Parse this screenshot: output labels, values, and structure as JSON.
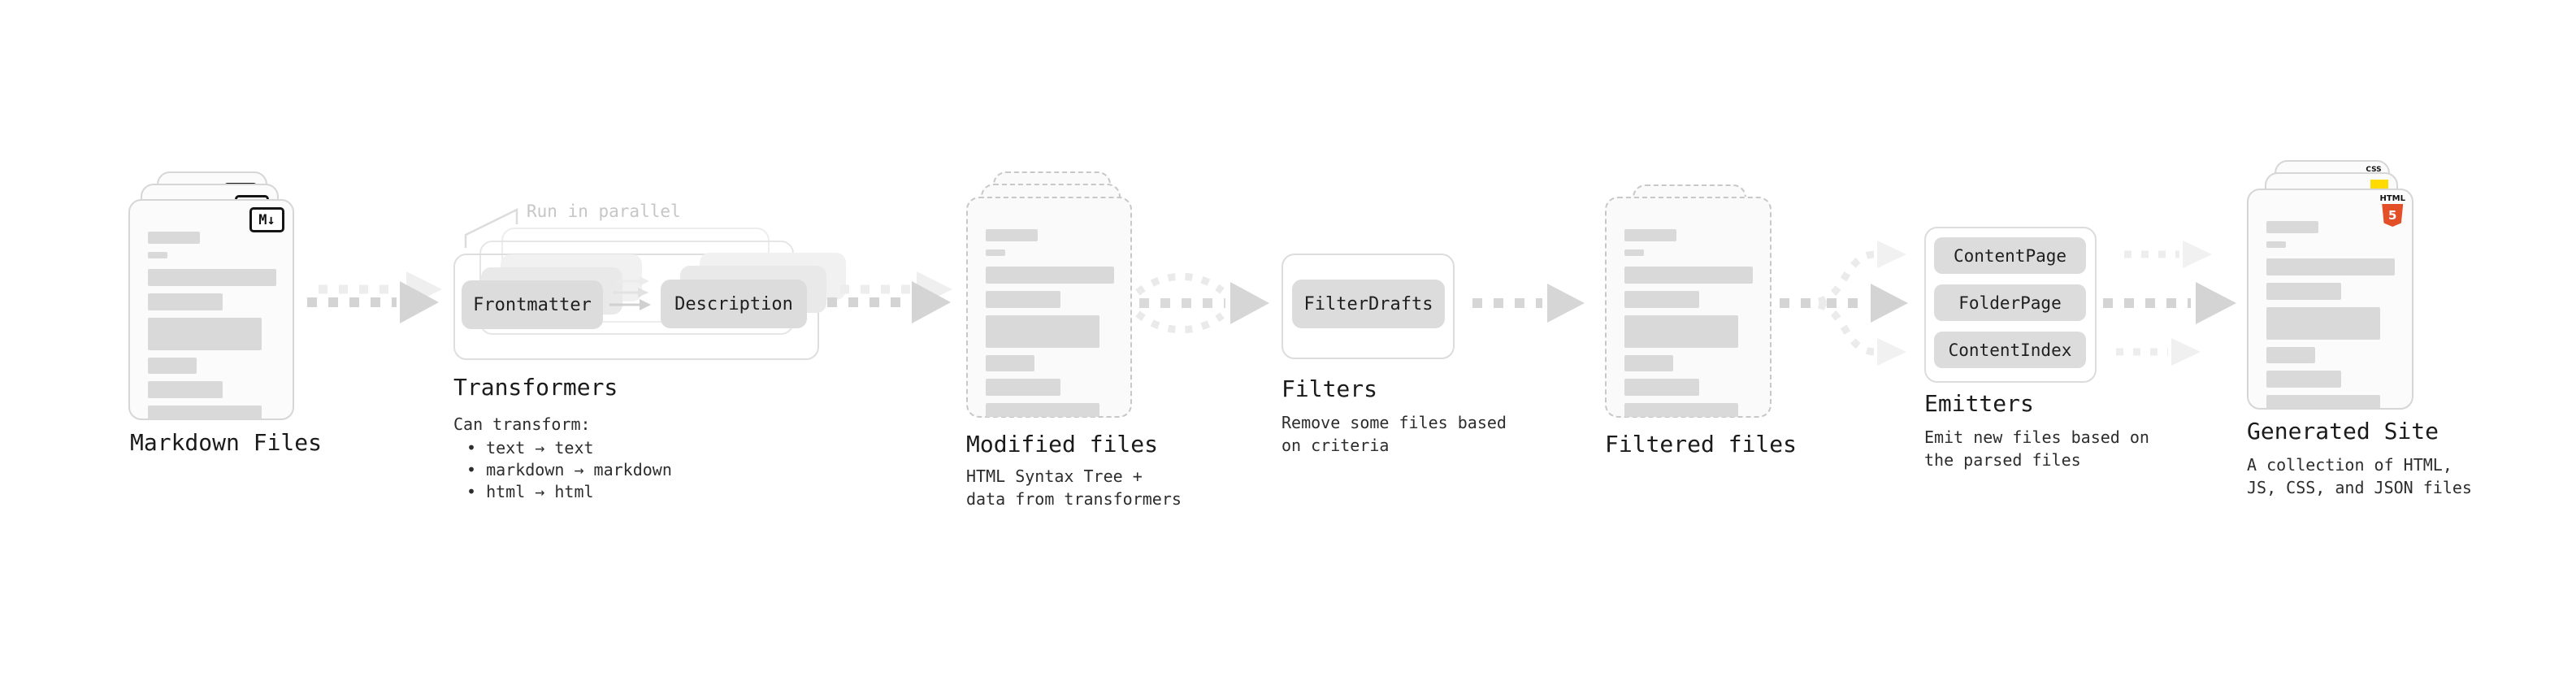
{
  "diagram": {
    "markdown_files": {
      "title": "Markdown Files",
      "badge": "M↓"
    },
    "transformers": {
      "annotation": "Run in parallel",
      "pills": [
        "Frontmatter",
        "Description"
      ],
      "title": "Transformers",
      "note_heading": "Can transform:",
      "bullets": [
        "• text → text",
        "• markdown → markdown",
        "• html → html"
      ]
    },
    "modified_files": {
      "title": "Modified files",
      "subtitle": "HTML Syntax Tree +\ndata from transformers"
    },
    "filters": {
      "pill": "FilterDrafts",
      "title": "Filters",
      "subtitle": "Remove some files based\non criteria"
    },
    "filtered_files": {
      "title": "Filtered files"
    },
    "emitters": {
      "pills": [
        "ContentPage",
        "FolderPage",
        "ContentIndex"
      ],
      "title": "Emitters",
      "subtitle": "Emit new files based on\nthe parsed files"
    },
    "generated_site": {
      "title": "Generated Site",
      "subtitle": "A collection of HTML,\nJS, CSS, and JSON files",
      "css_badge": "CSS",
      "html_badge_text": "HTML",
      "html_badge_number": "5"
    }
  },
  "colors": {
    "html5_orange": "#e34f26",
    "js_yellow": "#ffdb00",
    "css_blue": "#2f6fe0",
    "pill_bg": "#dcdcdc",
    "arrow_main": "#d4d4d4",
    "arrow_ghost": "#ededed",
    "annotation_gray": "#c6c6c6",
    "heading_text": "#1b1b1b"
  }
}
